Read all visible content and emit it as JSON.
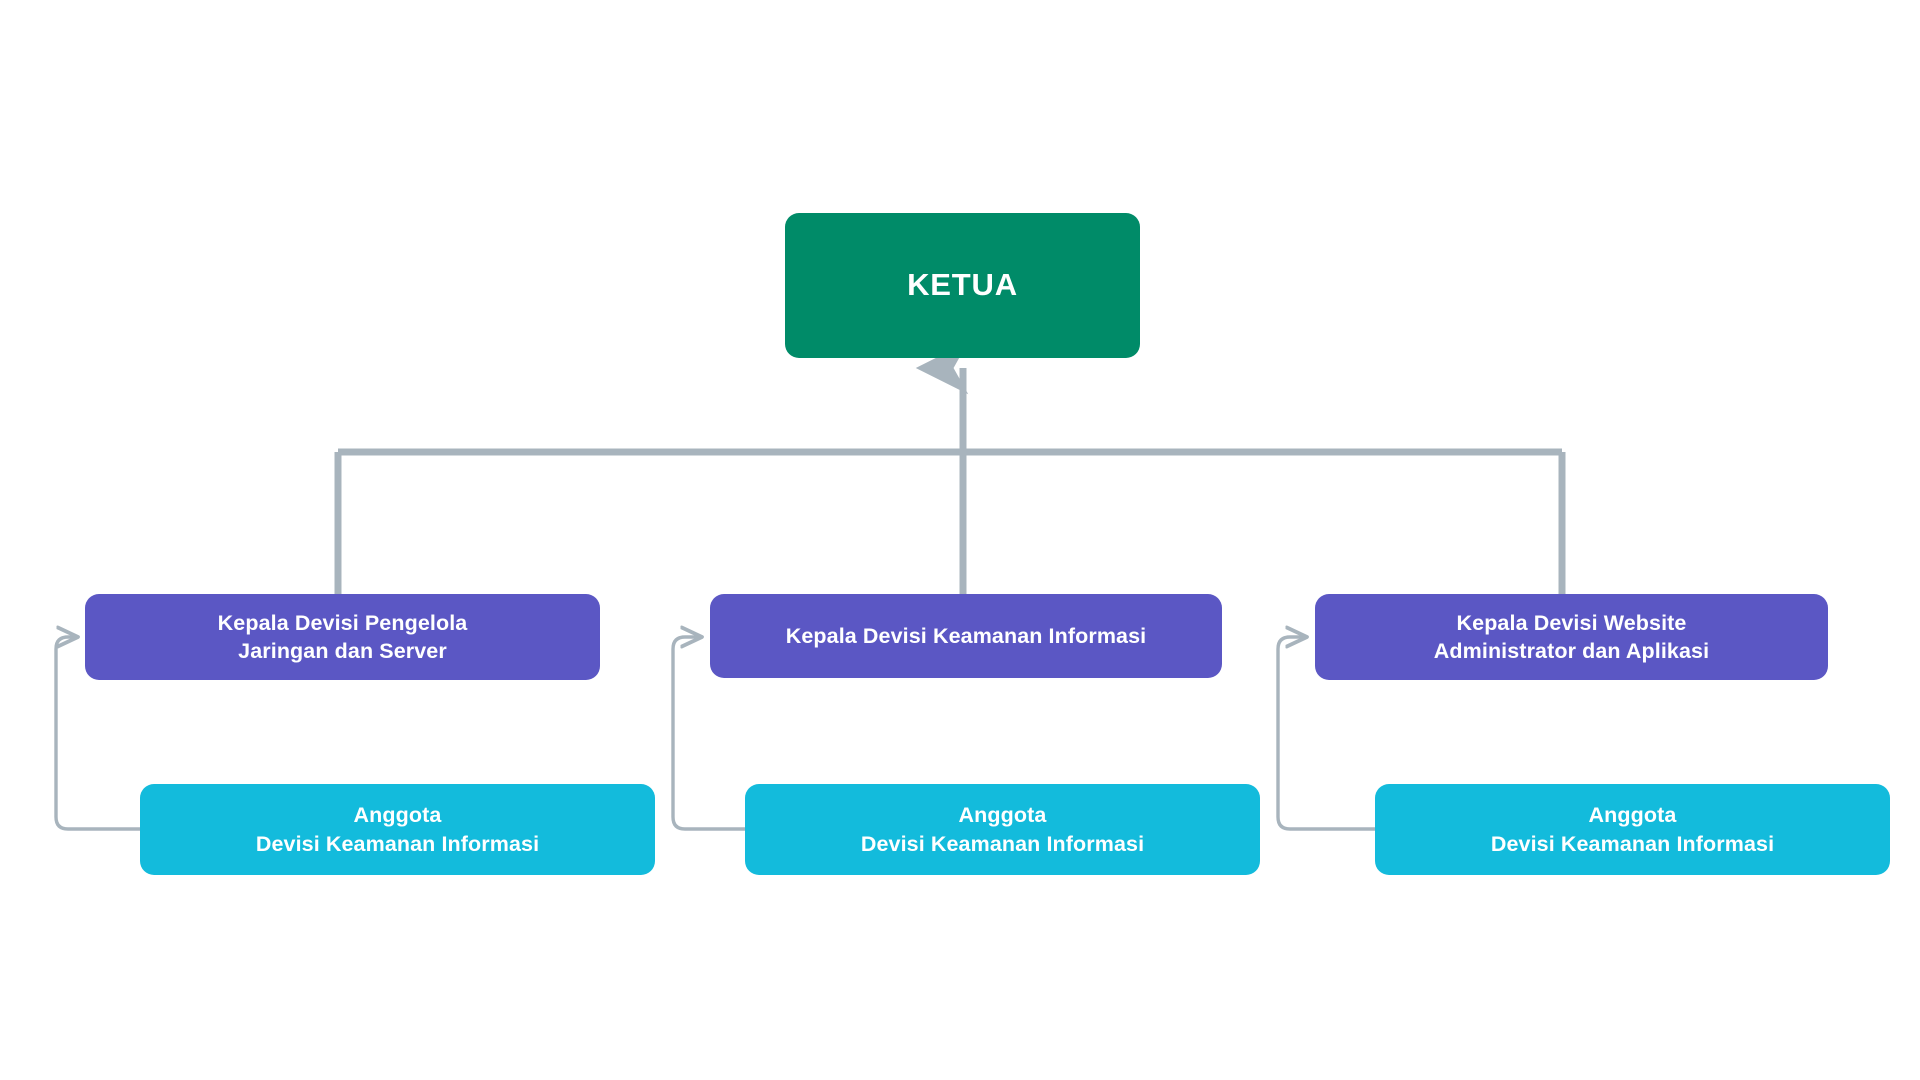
{
  "diagram": {
    "type": "org-chart",
    "title_node": "KETUA",
    "orientation": "top-down",
    "background": "#ffffff",
    "colors": {
      "root": "#008b68",
      "head": "#5b57c4",
      "member": "#13bbdc",
      "connector": "#a8b4bd",
      "node_text": "#ffffff"
    },
    "root": {
      "id": "ketua",
      "label": "KETUA",
      "color": "#008b68"
    },
    "divisions": [
      {
        "id": "divisi-1",
        "head": {
          "id": "kepala-devisi-1",
          "label": "Kepala Devisi Pengelola\nJaringan dan Server",
          "color": "#5b57c4"
        },
        "member": {
          "id": "anggota-1",
          "label": "Anggota\nDevisi  Keamanan Informasi",
          "color": "#13bbdc"
        }
      },
      {
        "id": "divisi-2",
        "head": {
          "id": "kepala-devisi-2",
          "label": "Kepala Devisi  Keamanan Informasi",
          "color": "#5b57c4"
        },
        "member": {
          "id": "anggota-2",
          "label": "Anggota\nDevisi  Keamanan Informasi",
          "color": "#13bbdc"
        }
      },
      {
        "id": "divisi-3",
        "head": {
          "id": "kepala-devisi-3",
          "label": "Kepala Devisi Website\nAdministrator dan Aplikasi",
          "color": "#5b57c4"
        },
        "member": {
          "id": "anggota-3",
          "label": "Anggota\nDevisi  Keamanan Informasi",
          "color": "#13bbdc"
        }
      }
    ]
  }
}
